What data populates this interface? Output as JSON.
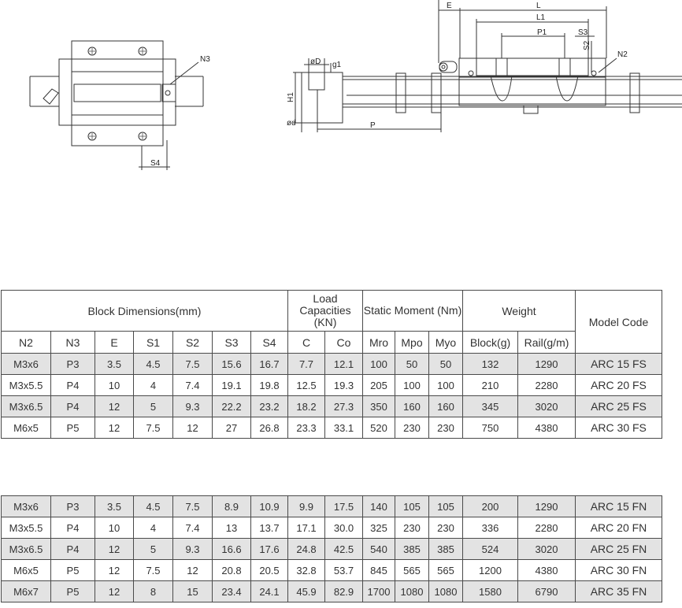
{
  "drawing_labels": {
    "n3": "N3",
    "s4": "S4",
    "od_top": "øD",
    "g1": "g1",
    "h1": "H1",
    "od_bottom": "ød",
    "p": "P",
    "e": "E",
    "l": "L",
    "l1": "L1",
    "p1": "P1",
    "s3": "S3",
    "s2": "S2",
    "n2": "N2"
  },
  "table1": {
    "group_headers": {
      "block_dimensions": "Block Dimensions(mm)",
      "load_capacities": "Load Capacities (KN)",
      "static_moment": "Static Moment (Nm)",
      "weight": "Weight",
      "model_code": "Model Code"
    },
    "columns": [
      "N2",
      "N3",
      "E",
      "S1",
      "S2",
      "S3",
      "S4",
      "C",
      "Co",
      "Mro",
      "Mpo",
      "Myo",
      "Block(g)",
      "Rail(g/m)"
    ],
    "rows": [
      [
        "M3x6",
        "P3",
        "3.5",
        "4.5",
        "7.5",
        "15.6",
        "16.7",
        "7.7",
        "12.1",
        "100",
        "50",
        "50",
        "132",
        "1290",
        "ARC 15 FS"
      ],
      [
        "M3x5.5",
        "P4",
        "10",
        "4",
        "7.4",
        "19.1",
        "19.8",
        "12.5",
        "19.3",
        "205",
        "100",
        "100",
        "210",
        "2280",
        "ARC 20 FS"
      ],
      [
        "M3x6.5",
        "P4",
        "12",
        "5",
        "9.3",
        "22.2",
        "23.2",
        "18.2",
        "27.3",
        "350",
        "160",
        "160",
        "345",
        "3020",
        "ARC 25 FS"
      ],
      [
        "M6x5",
        "P5",
        "12",
        "7.5",
        "12",
        "27",
        "26.8",
        "23.3",
        "33.1",
        "520",
        "230",
        "230",
        "750",
        "4380",
        "ARC 30 FS"
      ]
    ]
  },
  "table2": {
    "rows": [
      [
        "M3x6",
        "P3",
        "3.5",
        "4.5",
        "7.5",
        "8.9",
        "10.9",
        "9.9",
        "17.5",
        "140",
        "105",
        "105",
        "200",
        "1290",
        "ARC 15 FN"
      ],
      [
        "M3x5.5",
        "P4",
        "10",
        "4",
        "7.4",
        "13",
        "13.7",
        "17.1",
        "30.0",
        "325",
        "230",
        "230",
        "336",
        "2280",
        "ARC 20 FN"
      ],
      [
        "M3x6.5",
        "P4",
        "12",
        "5",
        "9.3",
        "16.6",
        "17.6",
        "24.8",
        "42.5",
        "540",
        "385",
        "385",
        "524",
        "3020",
        "ARC 25 FN"
      ],
      [
        "M6x5",
        "P5",
        "12",
        "7.5",
        "12",
        "20.8",
        "20.5",
        "32.8",
        "53.7",
        "845",
        "565",
        "565",
        "1200",
        "4380",
        "ARC 30 FN"
      ],
      [
        "M6x7",
        "P5",
        "12",
        "8",
        "15",
        "23.4",
        "24.1",
        "45.9",
        "82.9",
        "1700",
        "1080",
        "1080",
        "1580",
        "6790",
        "ARC 35 FN"
      ]
    ]
  }
}
